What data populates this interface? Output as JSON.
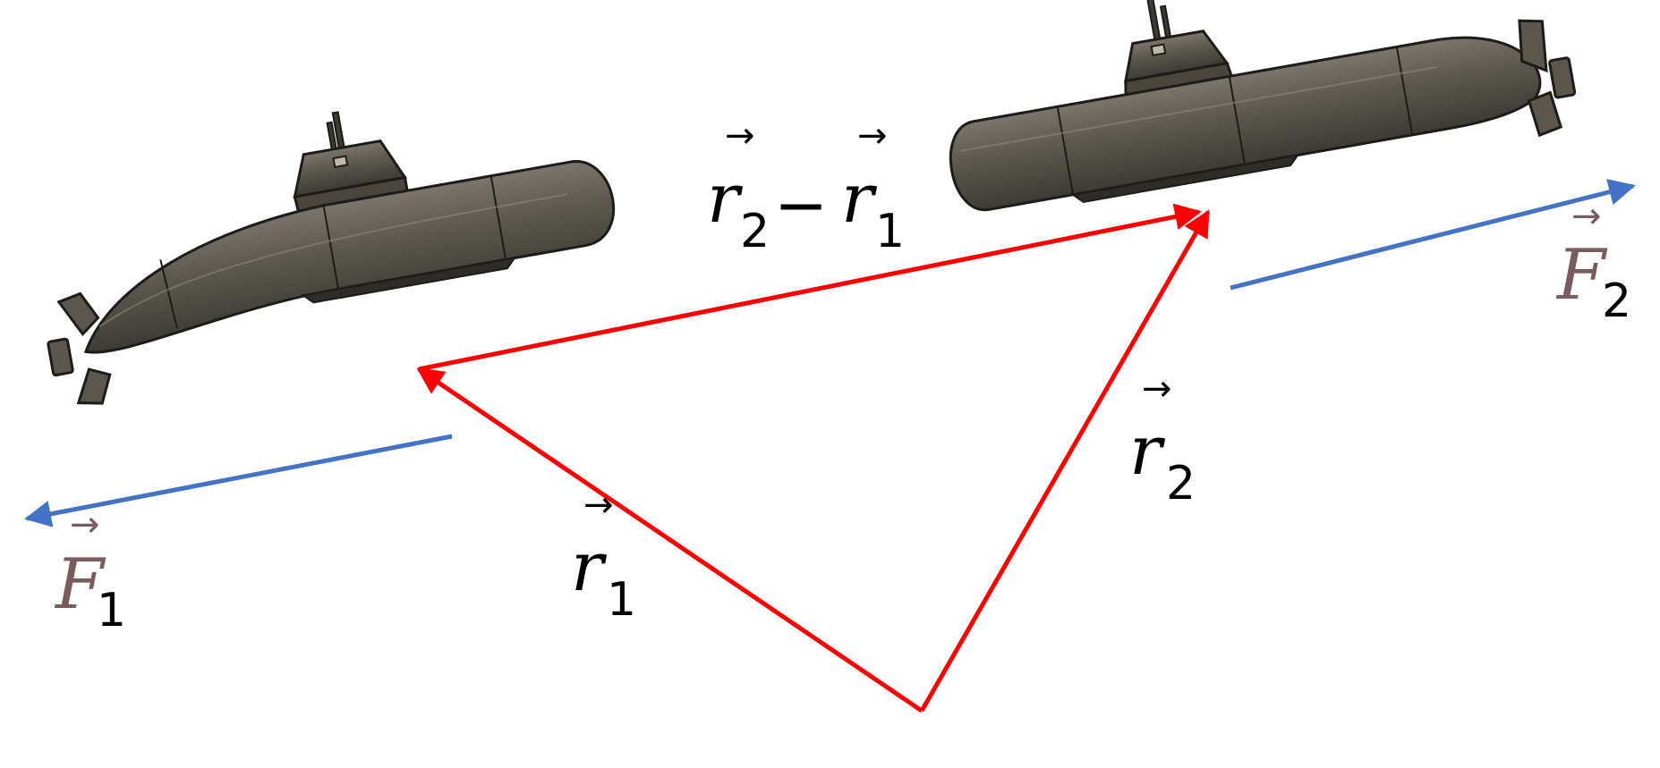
{
  "colors": {
    "position_vector": "#ff0000",
    "force_vector": "#4472c4",
    "label_dark": "#000000",
    "label_force": "#7a5c5c",
    "hull": "#5b574e",
    "hull_dark": "#3e3b34",
    "hull_light": "#7b766b",
    "outline": "#1e1c18"
  },
  "labels": {
    "r2_minus_r1": {
      "left": "r",
      "left_sub": "2",
      "operator": "−",
      "right": "r",
      "right_sub": "1"
    },
    "r1": {
      "base": "r",
      "sub": "1"
    },
    "r2": {
      "base": "r",
      "sub": "2"
    },
    "F1": {
      "base": "F",
      "sub": "1"
    },
    "F2": {
      "base": "F",
      "sub": "2"
    }
  },
  "icons": {
    "submarine_left": "submarine-icon",
    "submarine_right": "submarine-icon",
    "vector_arrow": "arrow-head"
  }
}
